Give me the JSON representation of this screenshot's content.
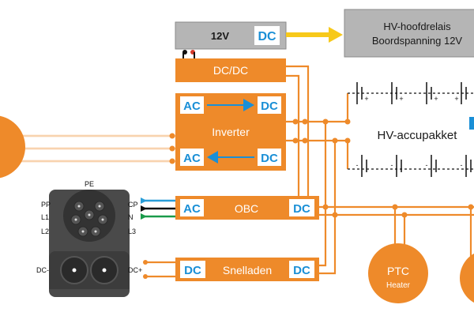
{
  "colors": {
    "orange": "#ee8a2a",
    "orange_dark": "#e07b1c",
    "grey_box": "#b5b5b5",
    "blue_label": "#1a8fd6",
    "yellow_arrow": "#f7c91a",
    "connector_body": "#4a4a4a",
    "wire_blue": "#2a9ed8",
    "wire_black": "#111111",
    "wire_green": "#1a9a4a"
  },
  "battery12v": {
    "voltage": "12V",
    "type": "DC"
  },
  "hv_relay": {
    "line1": "HV-hoofdrelais",
    "line2": "Boordspanning 12V"
  },
  "dcdc": {
    "label": "DC/DC"
  },
  "inverter": {
    "title": "Inverter",
    "row1": {
      "from": "AC",
      "to": "DC"
    },
    "row2": {
      "from": "AC",
      "to": "DC"
    }
  },
  "hv_pack": {
    "label": "HV-accupakket",
    "polarity_top": "+",
    "polarity_minus": "-"
  },
  "obc": {
    "label": "OBC",
    "left": "AC",
    "right": "DC"
  },
  "fastcharge": {
    "label": "Snelladen",
    "left": "DC",
    "right": "DC"
  },
  "ptc": {
    "line1": "PTC",
    "line2": "Heater"
  },
  "connector": {
    "pe": "PE",
    "pp": "PP",
    "cp": "CP",
    "l1": "L1",
    "n": "N",
    "l2": "L2",
    "l3": "L3",
    "dc_minus": "DC-",
    "dc_plus": "DC+"
  }
}
